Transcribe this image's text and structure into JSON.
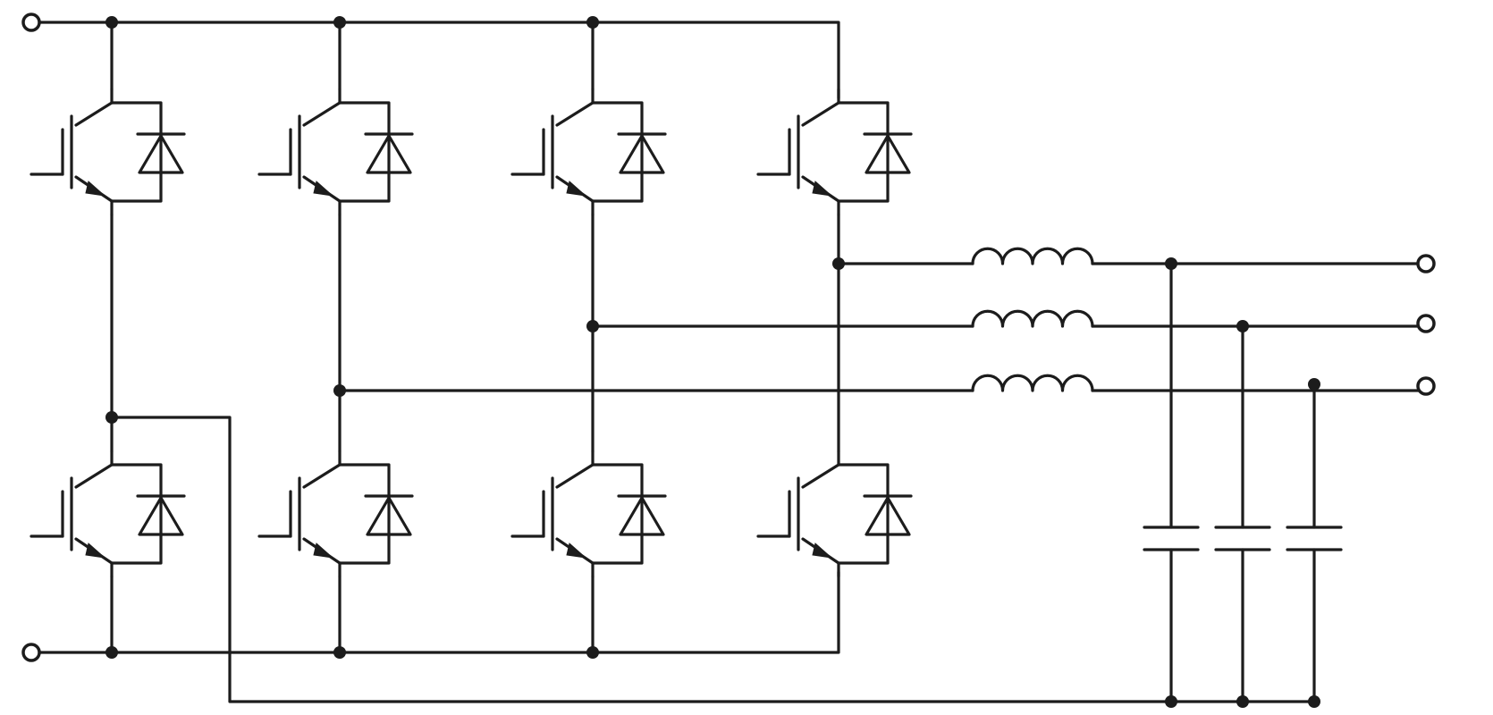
{
  "diagram": {
    "components": {
      "igbt_count": 8,
      "diode_count": 8,
      "inductor_count": 3,
      "capacitor_count": 3,
      "terminal_count": 5
    },
    "colors": {
      "line": "#1c1c1c",
      "background": "#ffffff"
    }
  }
}
